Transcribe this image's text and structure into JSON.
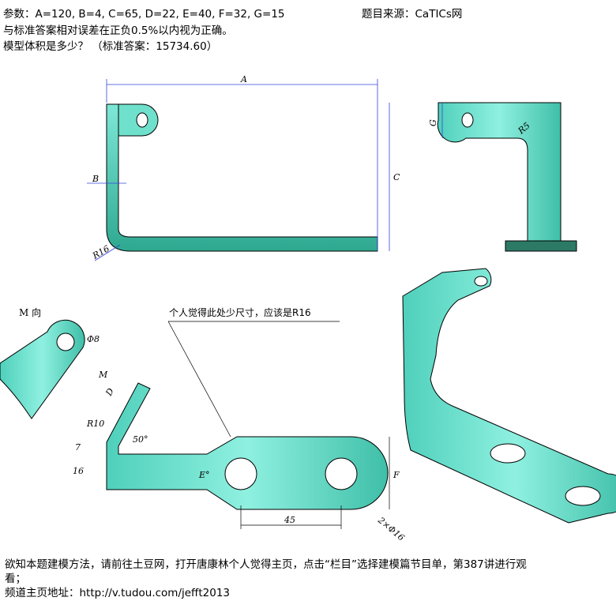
{
  "header": {
    "params": "参数：A=120,  B=4,  C=65,  D=22,  E=40,  F=32,  G=15",
    "source": "题目来源：CaTICs网",
    "tolerance": "与标准答案相对误差在正负0.5%以内视为正确。",
    "question": "模型体积是多少？  （标准答案：15734.60）"
  },
  "drawing": {
    "dims": {
      "A": "A",
      "B": "B",
      "C": "C",
      "G": "G",
      "R5": "R5",
      "R16": "R16",
      "M_view": "M 向",
      "phi8": "Φ8",
      "M": "M",
      "D": "D",
      "R10": "R10",
      "angle50": "50°",
      "d7": "7",
      "d16": "16",
      "E": "E°",
      "d45": "45",
      "F": "F",
      "holes": "2×Φ16"
    },
    "annotation": "个人觉得此处少尺寸，应该是R16",
    "fill_color": "#6fe0cc"
  },
  "footer": {
    "line1": "欲知本题建模方法，请前往土豆网，打开唐康林个人觉得主页，点击“栏目”选择建模篇节目单，第387讲进行观",
    "line1b": "看；",
    "line2": "频道主页地址：http://v.tudou.com/jefft2013"
  }
}
